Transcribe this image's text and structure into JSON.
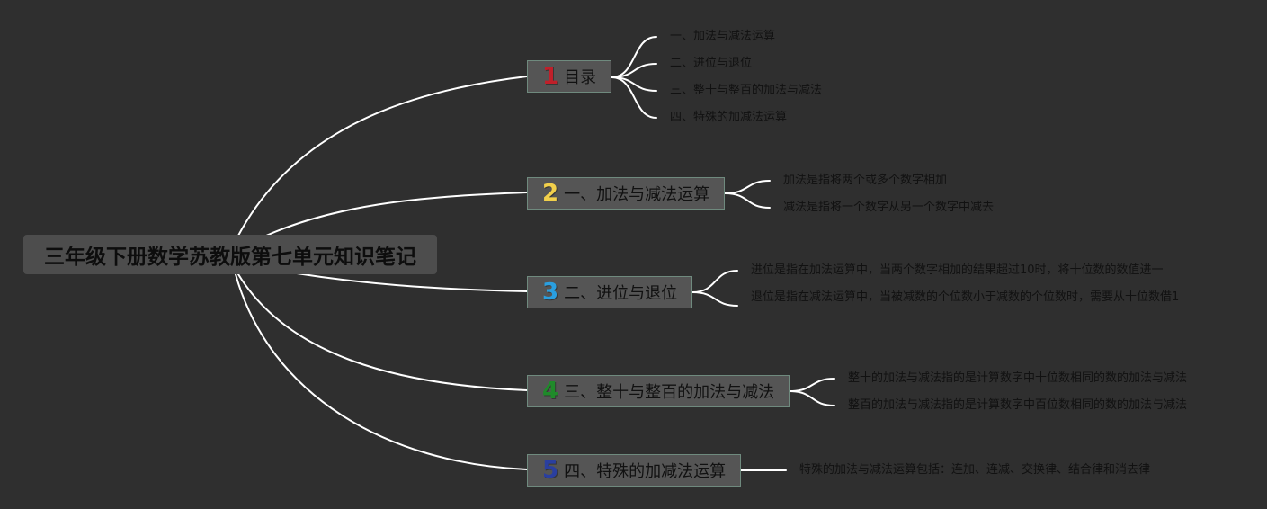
{
  "root": {
    "title": "三年级下册数学苏教版第七单元知识笔记"
  },
  "branches": [
    {
      "number": "1",
      "number_color": "#c0202a",
      "label": "目录",
      "children": [
        "一、加法与减法运算",
        "二、进位与退位",
        "三、整十与整百的加法与减法",
        "四、特殊的加减法运算"
      ]
    },
    {
      "number": "2",
      "number_color": "#f2d04b",
      "label": "一、加法与减法运算",
      "children": [
        "加法是指将两个或多个数字相加",
        "减法是指将一个数字从另一个数字中减去"
      ]
    },
    {
      "number": "3",
      "number_color": "#2a9fe0",
      "label": "二、进位与退位",
      "children": [
        "进位是指在加法运算中，当两个数字相加的结果超过10时，将十位数的数值进一",
        "退位是指在减法运算中，当被减数的个位数小于减数的个位数时，需要从十位数借1"
      ]
    },
    {
      "number": "4",
      "number_color": "#1f8a2a",
      "label": "三、整十与整百的加法与减法",
      "children": [
        "整十的加法与减法指的是计算数字中十位数相同的数的加法与减法",
        "整百的加法与减法指的是计算数字中百位数相同的数的加法与减法"
      ]
    },
    {
      "number": "5",
      "number_color": "#2a3fa0",
      "label": "四、特殊的加减法运算",
      "children": [
        "特殊的加法与减法运算包括：连加、连减、交换律、结合律和消去律"
      ]
    }
  ]
}
